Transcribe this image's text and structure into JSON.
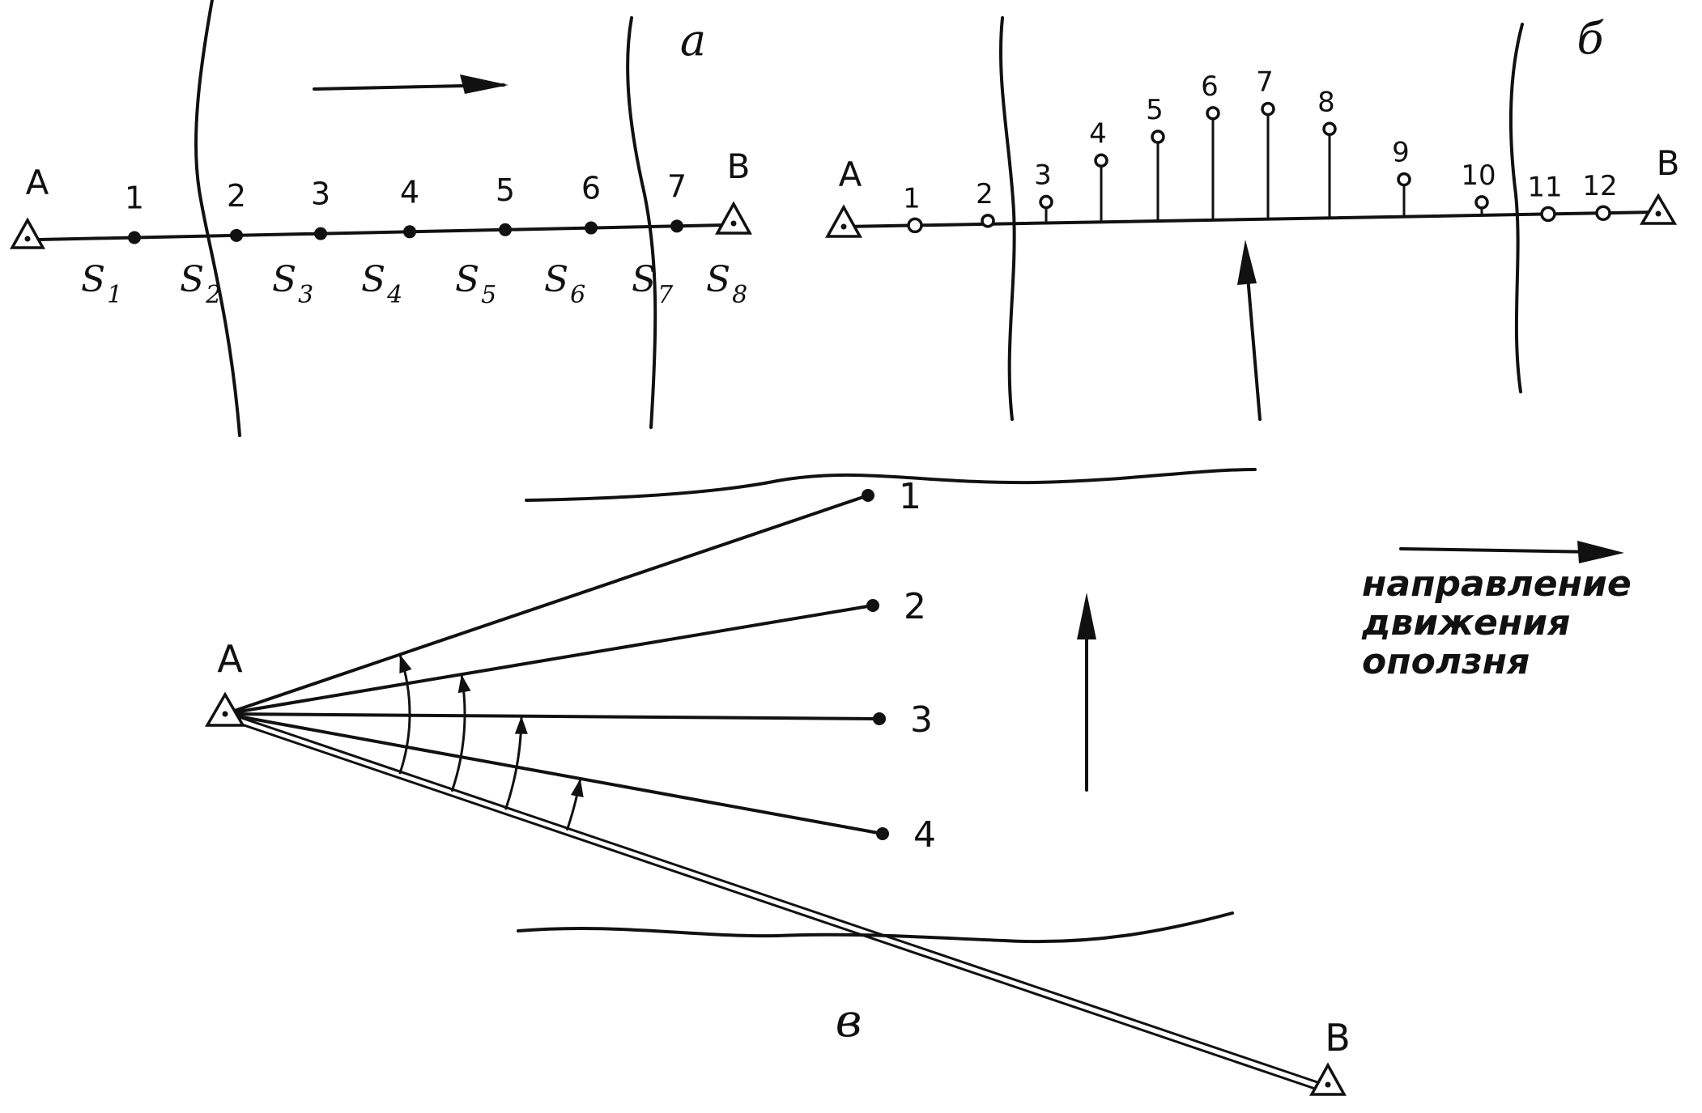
{
  "panel_a": {
    "tag": "а",
    "start": "A",
    "end": "B",
    "points": [
      "1",
      "2",
      "3",
      "4",
      "5",
      "6",
      "7"
    ],
    "segments": [
      {
        "s": "S",
        "i": "1"
      },
      {
        "s": "S",
        "i": "2"
      },
      {
        "s": "S",
        "i": "3"
      },
      {
        "s": "S",
        "i": "4"
      },
      {
        "s": "S",
        "i": "5"
      },
      {
        "s": "S",
        "i": "6"
      },
      {
        "s": "S",
        "i": "7"
      },
      {
        "s": "S",
        "i": "8"
      }
    ]
  },
  "panel_b": {
    "tag": "б",
    "start": "A",
    "end": "B",
    "points": [
      "1",
      "2",
      "3",
      "4",
      "5",
      "6",
      "7",
      "8",
      "9",
      "10",
      "11",
      "12"
    ]
  },
  "panel_c": {
    "tag": "в",
    "station": "A",
    "far_station": "B",
    "points": [
      "1",
      "2",
      "3",
      "4"
    ],
    "legend": [
      "направление",
      "движения",
      "оползня"
    ]
  }
}
